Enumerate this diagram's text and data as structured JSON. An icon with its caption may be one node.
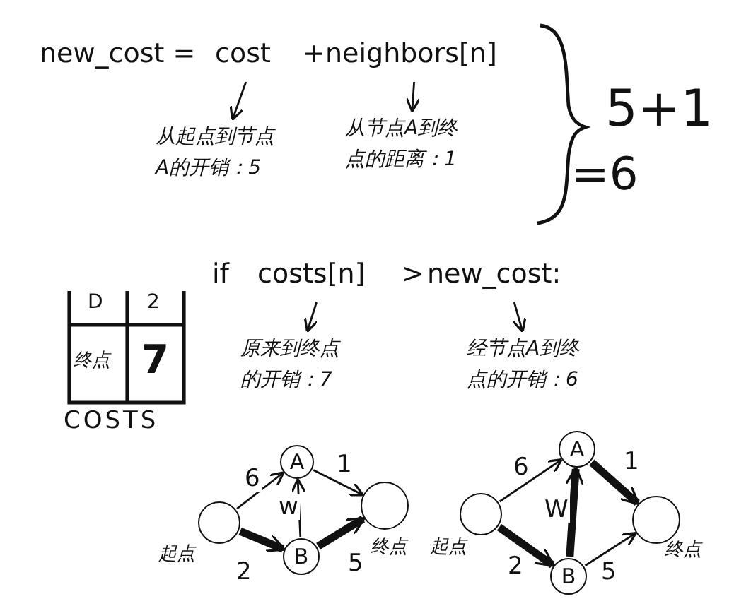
{
  "diagram": {
    "nodes": [
      {
        "text": [
          "cost"
        ]
      },
      {
        "text": [
          "neighbors[n]"
        ]
      },
      {
        "text": [
          "从起点到节点A的开销：5"
        ]
      },
      {
        "text": [
          "从节点A到终点的距离：1"
        ]
      },
      {
        "text": [
          "costs[n]"
        ]
      },
      {
        "text": [
          "new_cost:"
        ]
      },
      {
        "text": [
          "原来到终点的开销：7"
        ]
      },
      {
        "text": [
          "经节点A到终点的开销：6"
        ]
      },
      {
        "text": [],
        "shape": "circle",
        "beside": [
          "起点"
        ]
      },
      {
        "text": [
          "A"
        ]
      },
      {
        "text": [
          "B"
        ]
      },
      {
        "text": [],
        "shape": "circle",
        "beside": [
          "终点"
        ]
      },
      {
        "text": [],
        "shape": "circle",
        "beside": [
          "起点"
        ]
      },
      {
        "text": [
          "A"
        ]
      },
      {
        "text": [
          "B"
        ]
      },
      {
        "text": [],
        "shape": "circle",
        "beside": [
          "终点"
        ]
      }
    ],
    "edges": [
      {
        "from": 0,
        "to": 2,
        "arrow": "to"
      },
      {
        "from": 1,
        "to": 3,
        "arrow": "to"
      },
      {
        "from": 4,
        "to": 6,
        "arrow": "to"
      },
      {
        "from": 5,
        "to": 7,
        "arrow": "to"
      },
      {
        "from": 8,
        "to": 9,
        "arrow": "to",
        "label": "6"
      },
      {
        "from": 8,
        "to": 10,
        "arrow": "to",
        "label": "2",
        "style": "thick"
      },
      {
        "from": 10,
        "to": 9,
        "arrow": "to",
        "label": "w"
      },
      {
        "from": 9,
        "to": 11,
        "arrow": "to",
        "label": "1"
      },
      {
        "from": 10,
        "to": 11,
        "arrow": "to",
        "label": "5",
        "style": "thick"
      },
      {
        "from": 12,
        "to": 13,
        "arrow": "to",
        "label": "6"
      },
      {
        "from": 12,
        "to": 14,
        "arrow": "to",
        "label": "2",
        "style": "thick"
      },
      {
        "from": 14,
        "to": 13,
        "arrow": "to",
        "label": "W",
        "style": "thick"
      },
      {
        "from": 13,
        "to": 15,
        "arrow": "to",
        "label": "1",
        "style": "thick"
      },
      {
        "from": 14,
        "to": 15,
        "arrow": "to",
        "label": "5"
      }
    ],
    "labels": [
      "new_cost =",
      "+",
      "5+1",
      "=6",
      "if",
      ">",
      "D",
      "2",
      "终点",
      "7",
      "COSTS"
    ]
  }
}
